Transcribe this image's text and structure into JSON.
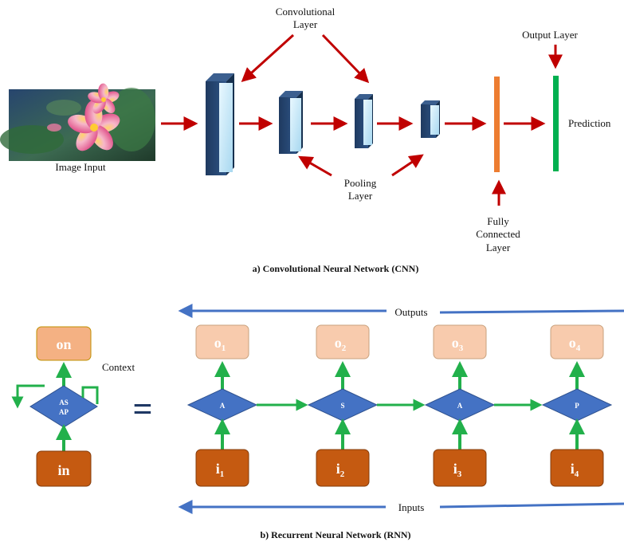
{
  "cnn": {
    "conv_label_1": "Convolutional",
    "conv_label_2": "Layer",
    "output_layer_label": "Output Layer",
    "prediction_label": "Prediction",
    "image_input_label": "Image Input",
    "pooling_label_1": "Pooling",
    "pooling_label_2": "Layer",
    "fc_label_1": "Fully",
    "fc_label_2": "Connected",
    "fc_label_3": "Layer",
    "caption": "a) Convolutional Neural Network (CNN)"
  },
  "rnn": {
    "outputs_label": "Outputs",
    "inputs_label": "Inputs",
    "context_label": "Context",
    "equals_sign": "=",
    "folded": {
      "output": "on",
      "input": "in",
      "cell_line1": "AS",
      "cell_line2": "AP"
    },
    "steps": [
      {
        "output": "o",
        "output_sub": "1",
        "cell": "A",
        "input": "i",
        "input_sub": "1"
      },
      {
        "output": "o",
        "output_sub": "2",
        "cell": "S",
        "input": "i",
        "input_sub": "2"
      },
      {
        "output": "o",
        "output_sub": "3",
        "cell": "A",
        "input": "i",
        "input_sub": "3"
      },
      {
        "output": "o",
        "output_sub": "4",
        "cell": "P",
        "input": "i",
        "input_sub": "4"
      }
    ],
    "caption": "b) Recurrent Neural Network (RNN)"
  },
  "colors": {
    "red_arrow": "#c00000",
    "green_arrow": "#22b04b",
    "blue_arrow": "#4472c4",
    "output_box": "#f8cbad",
    "output_box_dark": "#f4b183",
    "input_box": "#c55a11",
    "diamond": "#4472c4",
    "fc_bar": "#ed7d31",
    "output_bar": "#00b050",
    "equals": "#1f3864"
  }
}
